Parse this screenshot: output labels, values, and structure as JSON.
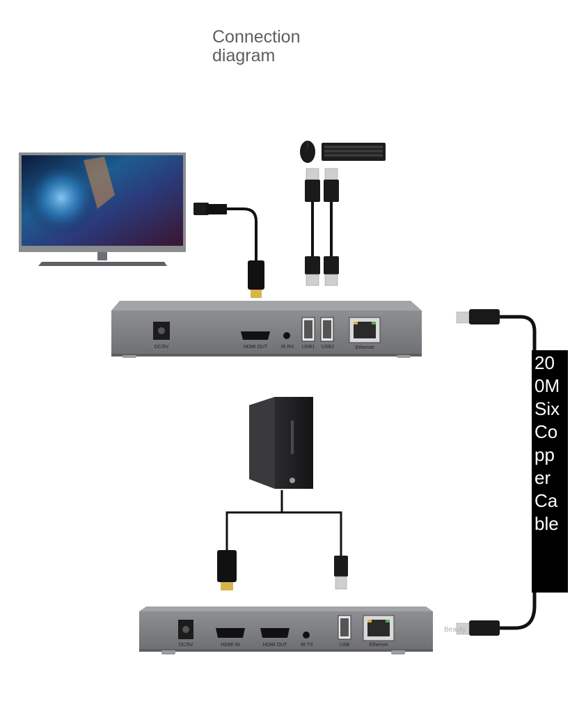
{
  "title_lines": [
    "Connection",
    "diagram"
  ],
  "cable_label_lines": [
    "20",
    "0M",
    "Six",
    "Co",
    "pp",
    "er",
    "Ca",
    "ble"
  ],
  "receiver_ports": {
    "dc": "DC/5V",
    "hdmi_out": "HDMI OUT",
    "ir_rx": "IR RX",
    "usb1": "USB1",
    "usb2": "USB2",
    "ethernet": "Ethernet"
  },
  "transmitter_ports": {
    "dc": "DC/5V",
    "hdmi_in": "HDMI IN",
    "hdmi_out": "HDMI OUT",
    "ir_tx": "IR TX",
    "usb": "USB",
    "ethernet": "Ethernet"
  },
  "watermark": "Beauty",
  "icons": [
    "monitor",
    "mouse",
    "keyboard",
    "hdmi-cable",
    "usb-cable",
    "pc-tower",
    "ethernet-cable",
    "extender-receiver",
    "extender-transmitter"
  ],
  "colors": {
    "device_body": "#7b7d80",
    "device_top": "#9a9c9e",
    "cable": "#111111",
    "label_bg": "#000000",
    "label_text": "#ffffff"
  }
}
